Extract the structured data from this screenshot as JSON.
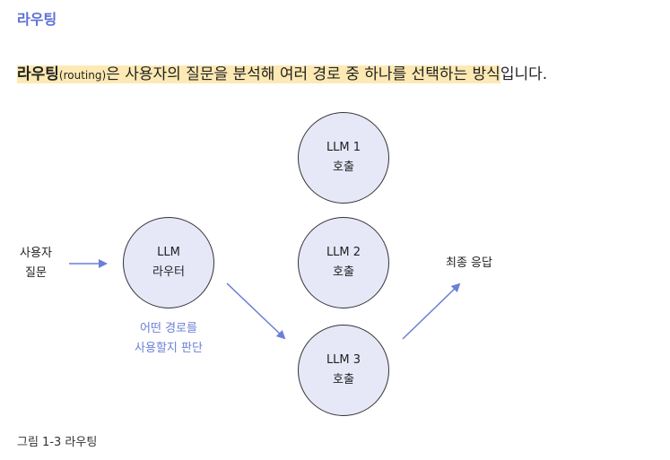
{
  "section_title": "라우팅",
  "intro": {
    "term": "라우팅",
    "term_eng": "(routing)",
    "highlight_rest": "은 사용자의 질문을 분석해 여러 경로 중 하나를 선택하는 방식",
    "tail": "입니다."
  },
  "diagram": {
    "input_label": [
      "사용자",
      "질문"
    ],
    "router": [
      "LLM",
      "라우터"
    ],
    "router_note": [
      "어떤 경로를",
      "사용할지 판단"
    ],
    "llm1": [
      "LLM 1",
      "호출"
    ],
    "llm2": [
      "LLM 2",
      "호출"
    ],
    "llm3": [
      "LLM 3",
      "호출"
    ],
    "output_label": "최종 응답",
    "arrow_color": "#6b7fd8",
    "node_fill": "#e6e8f8"
  },
  "caption": "그림 1-3 라우팅"
}
